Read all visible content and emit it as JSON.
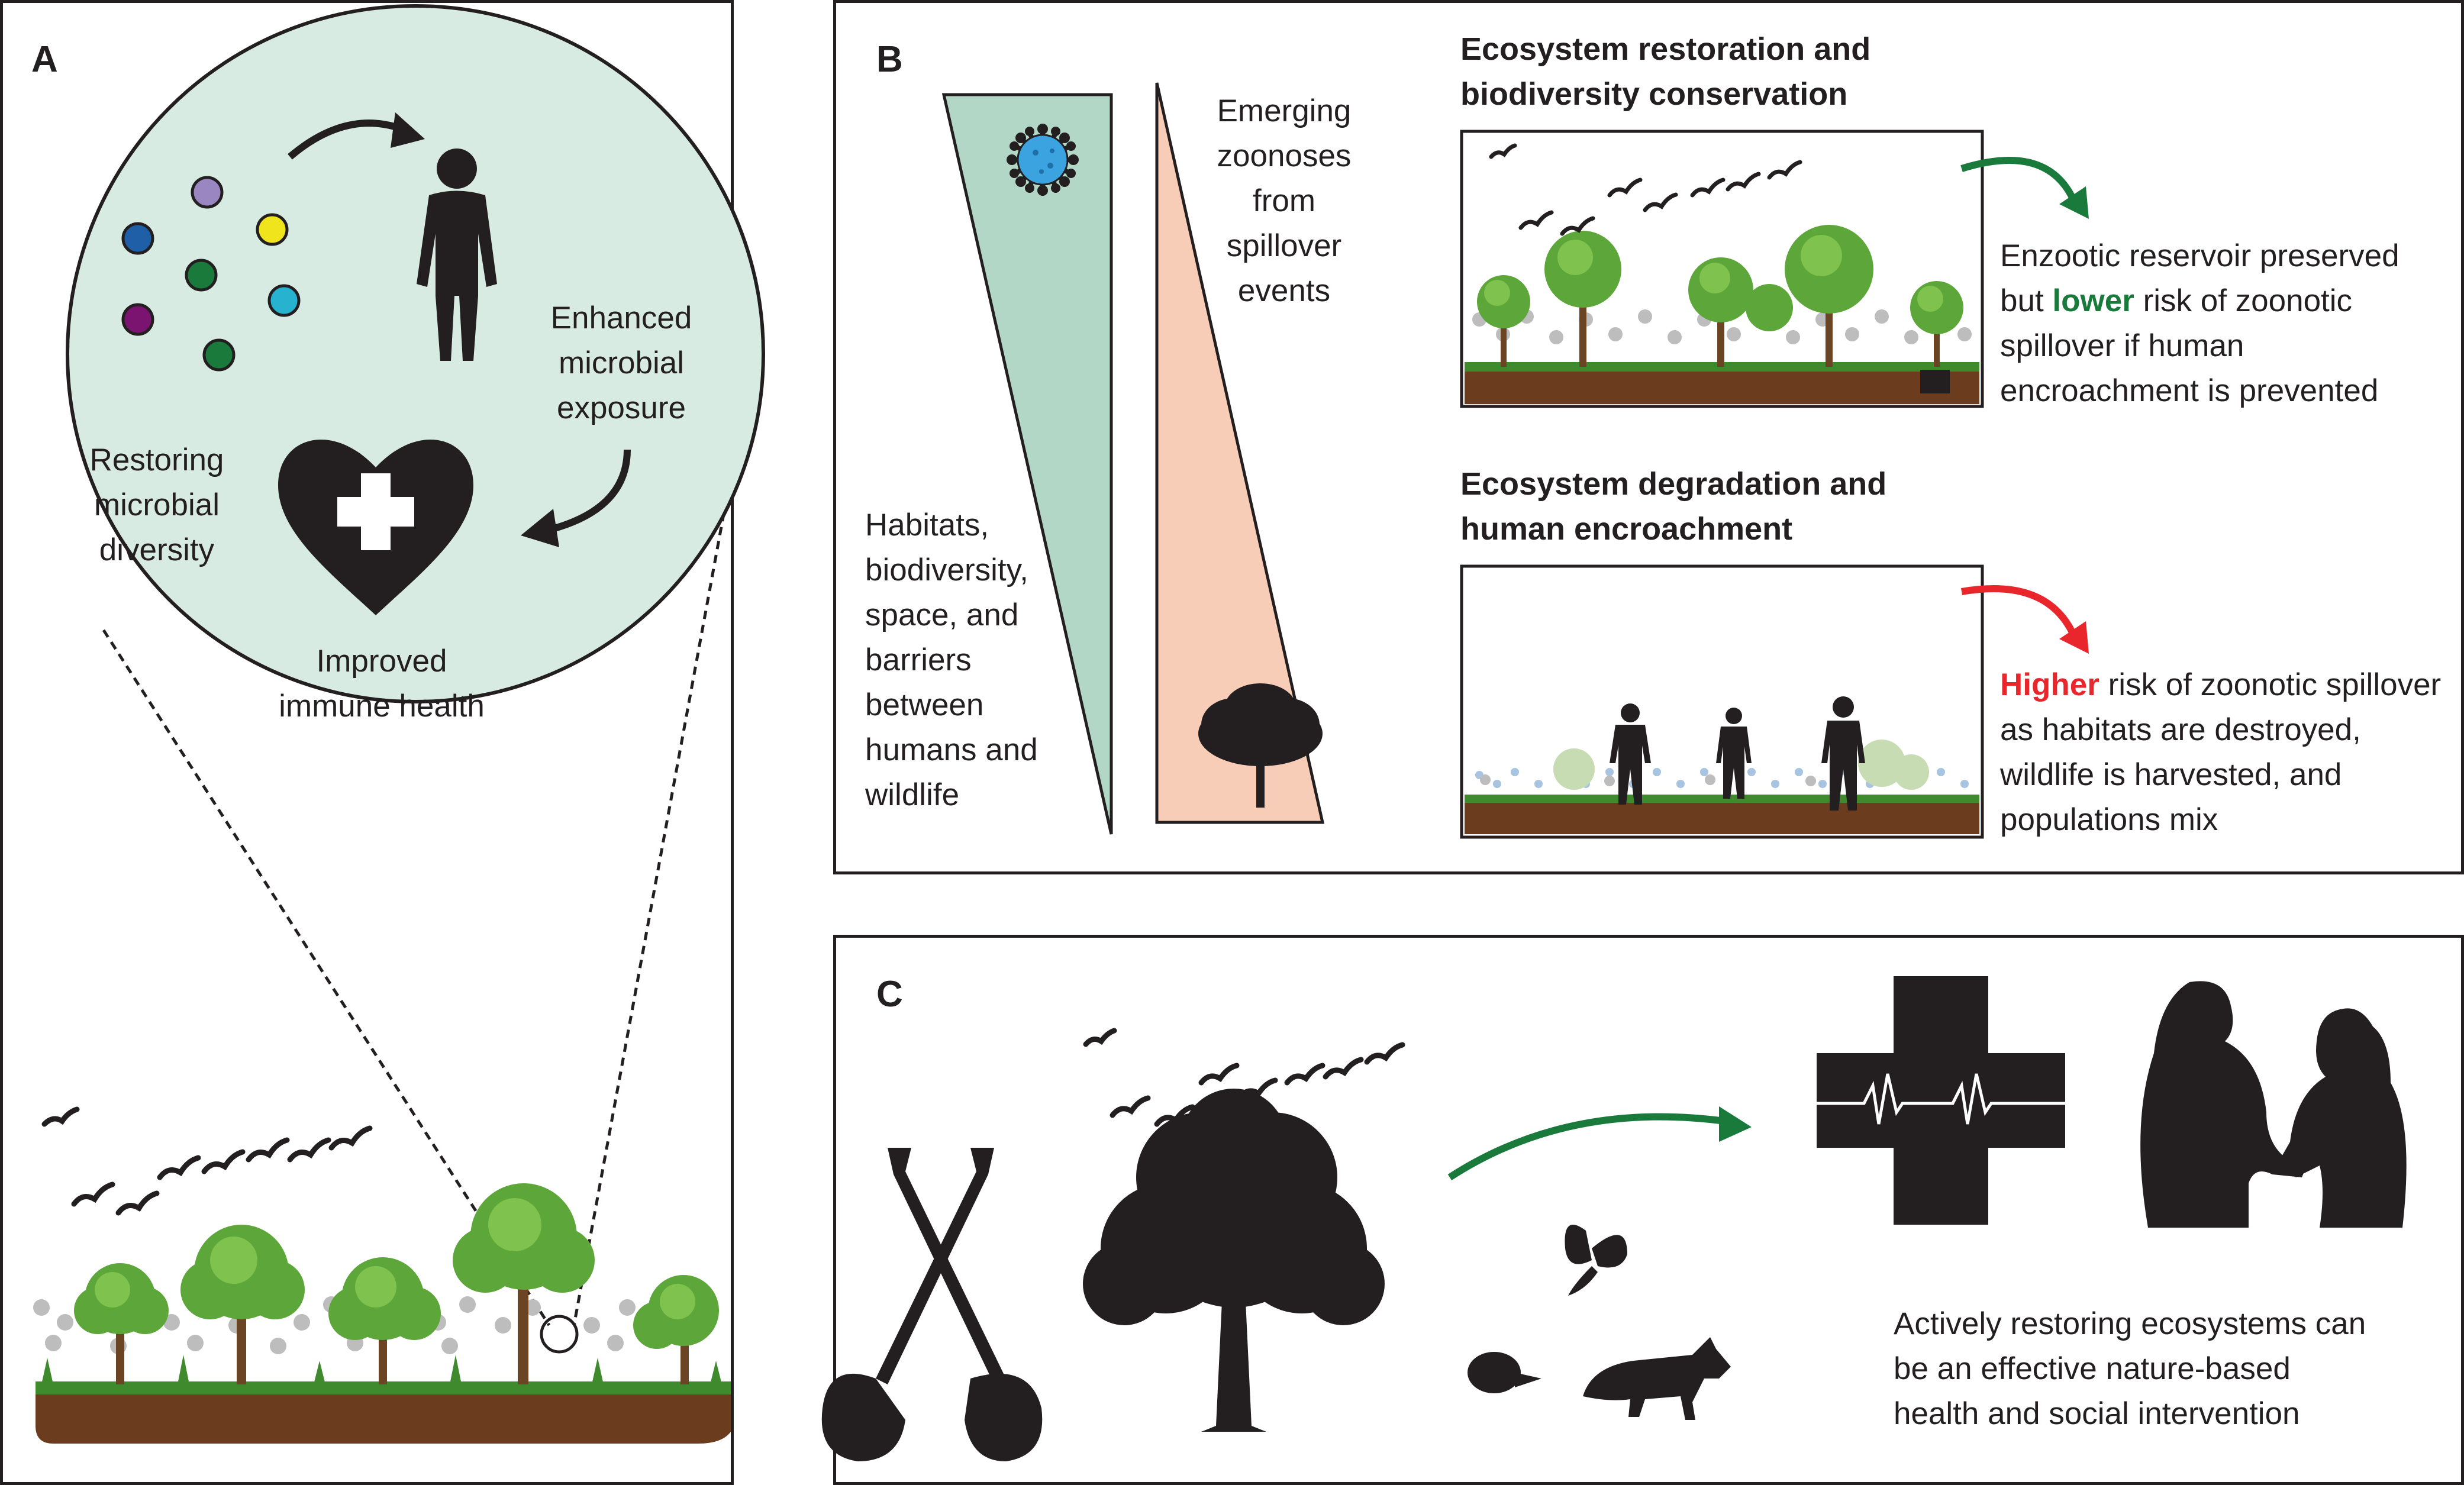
{
  "panel_a": {
    "letter": "A",
    "enhanced_exposure": "Enhanced microbial exposure",
    "restoring_diversity": "Restoring microbial diversity",
    "improved_health": "Improved immune health",
    "microbe_colors": [
      "#1f5fa8",
      "#9a86c0",
      "#f0e41c",
      "#1a7a3c",
      "#27b3cf",
      "#7a1470",
      "#1a7a3c"
    ]
  },
  "panel_b": {
    "letter": "B",
    "left_wedge_label": "Habitats, biodiversity, space, and barriers between humans and wildlife",
    "right_wedge_label": "Emerging zoonoses from spillover events",
    "top_heading": "Ecosystem restoration and biodiversity conservation",
    "top_outcome_prefix": "Enzootic reservoir preserved but ",
    "top_outcome_keyword": "lower",
    "top_outcome_suffix": " risk of zoonotic spillover if human encroachment is prevented",
    "bottom_heading": "Ecosystem degradation and human encroachment",
    "bottom_outcome_keyword": "Higher",
    "bottom_outcome_suffix": " risk of zoonotic spillover as habitats are destroyed, wildlife is harvested, and populations mix",
    "colors": {
      "left_wedge": "#b3d7c7",
      "right_wedge": "#f8cdb8",
      "virus": "#3aa3e0",
      "green_arrow": "#1a7a3c",
      "red_arrow": "#e8262b"
    }
  },
  "panel_c": {
    "letter": "C",
    "caption": "Actively restoring ecosystems can be an effective nature-based health and social intervention",
    "icons": [
      "shovels-icon",
      "tree-icon",
      "birds-icon",
      "butterfly-icon",
      "hedgehog-icon",
      "fox-icon",
      "medical-cross-icon",
      "handshake-icon"
    ]
  }
}
